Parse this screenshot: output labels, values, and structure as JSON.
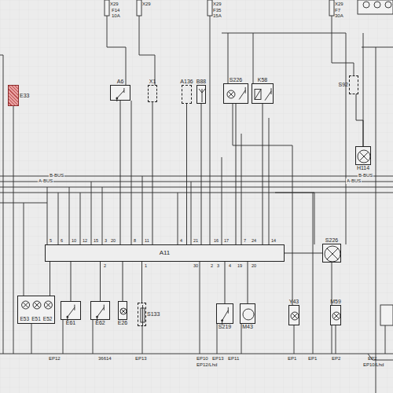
{
  "diagram": {
    "nodes": [
      {
        "text": [
          "E33"
        ]
      },
      {
        "text": [
          "A6"
        ]
      },
      {
        "text": [
          "X1"
        ]
      },
      {
        "text": [
          "A136"
        ]
      },
      {
        "text": [
          "B88"
        ]
      },
      {
        "text": [
          "S226"
        ]
      },
      {
        "text": [
          "K58"
        ]
      },
      {
        "text": [
          "S92"
        ]
      },
      {
        "text": [
          "H114"
        ]
      },
      {
        "text": [
          "A11"
        ]
      },
      {
        "text": [
          "S226"
        ]
      },
      {
        "text": [
          "E53",
          "E51",
          "E52"
        ]
      },
      {
        "text": [
          "E61"
        ]
      },
      {
        "text": [
          "E62"
        ]
      },
      {
        "text": [
          "E26"
        ]
      },
      {
        "text": [
          "S133"
        ]
      },
      {
        "text": [
          "S219"
        ]
      },
      {
        "text": [
          "M43"
        ]
      },
      {
        "text": [
          "Y43"
        ]
      },
      {
        "text": [
          "M59"
        ]
      }
    ],
    "edges": [
      {
        "from": 1,
        "to": 9,
        "arrow": "none"
      },
      {
        "from": 2,
        "to": 9,
        "arrow": "none"
      },
      {
        "from": 3,
        "to": 9,
        "arrow": "none"
      },
      {
        "from": 4,
        "to": 9,
        "arrow": "none"
      },
      {
        "from": 5,
        "to": 9,
        "arrow": "none"
      },
      {
        "from": 6,
        "to": 9,
        "arrow": "none"
      },
      {
        "from": 7,
        "to": 8,
        "arrow": "none"
      },
      {
        "from": 9,
        "to": 10,
        "arrow": "none"
      },
      {
        "from": 9,
        "to": 11,
        "arrow": "none"
      },
      {
        "from": 9,
        "to": 12,
        "arrow": "none"
      },
      {
        "from": 9,
        "to": 13,
        "arrow": "none"
      },
      {
        "from": 9,
        "to": 14,
        "arrow": "none"
      },
      {
        "from": 9,
        "to": 15,
        "arrow": "none"
      },
      {
        "from": 9,
        "to": 16,
        "arrow": "none"
      },
      {
        "from": 9,
        "to": 17,
        "arrow": "none"
      }
    ],
    "labels": [
      "X29",
      "F14",
      "10A",
      "X29",
      "X29",
      "F35",
      "15A",
      "X29",
      "F7",
      "30A",
      "B-BUS",
      "A-BUS",
      "B-BUS",
      "A-BUS",
      "5",
      "6",
      "10",
      "12",
      "15",
      "3",
      "20",
      "8",
      "11",
      "4",
      "21",
      "16",
      "17",
      "7",
      "24",
      "14",
      "2",
      "1",
      "30",
      "2",
      "3",
      "4",
      "19",
      "20",
      "EP12",
      "36614",
      "EP13",
      "EP10",
      "EP13",
      "EP11",
      "EP12/Lhd",
      "EP1",
      "EP1",
      "EP2",
      "EP2",
      "EP10/Lhd"
    ]
  }
}
